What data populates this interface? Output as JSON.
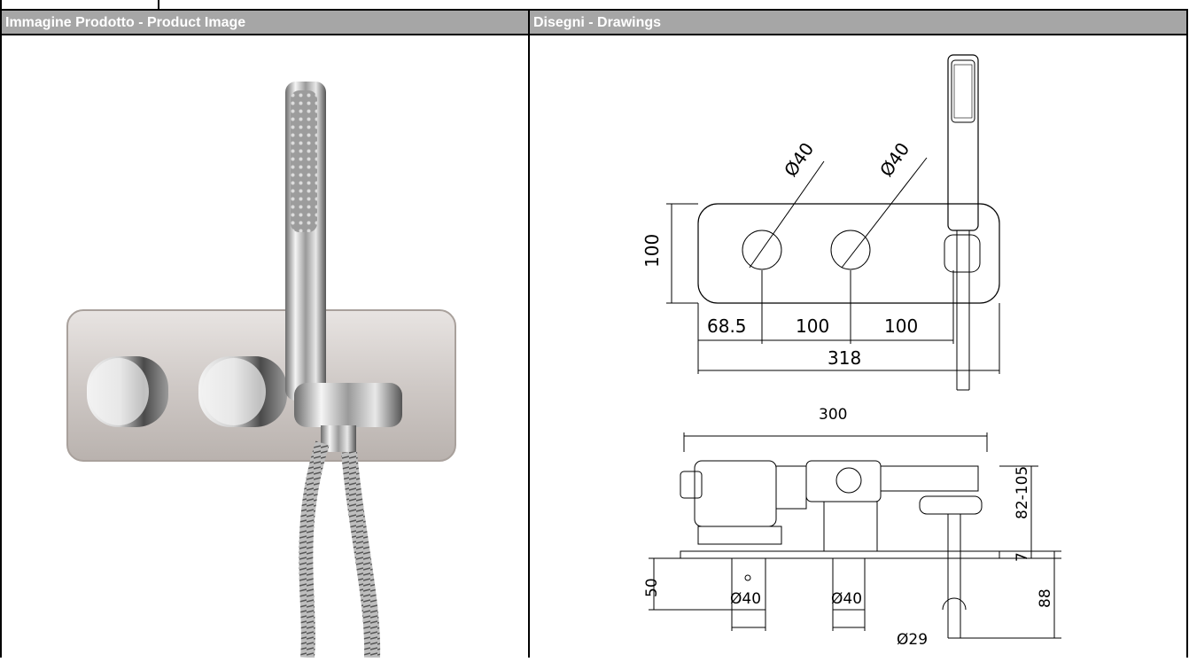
{
  "headers": {
    "product_image": "Immagine Prodotto - Product Image",
    "drawings": "Disegni - Drawings"
  },
  "drawing": {
    "front": {
      "diameter_left": "Ø40",
      "diameter_right": "Ø40",
      "height": "100",
      "dim_a": "68.5",
      "dim_b": "100",
      "dim_c": "100",
      "overall_width": "318"
    },
    "side": {
      "body_width": "300",
      "depth_range": "82-105",
      "plate_thickness": "7",
      "spindle_length": "50",
      "outlet_length": "88",
      "spindle_dia_left": "Ø40",
      "spindle_dia_right": "Ø40",
      "outlet_dia": "Ø29"
    }
  },
  "colors": {
    "header_bg": "#a6a6a6",
    "header_text": "#ffffff",
    "border": "#000000"
  }
}
